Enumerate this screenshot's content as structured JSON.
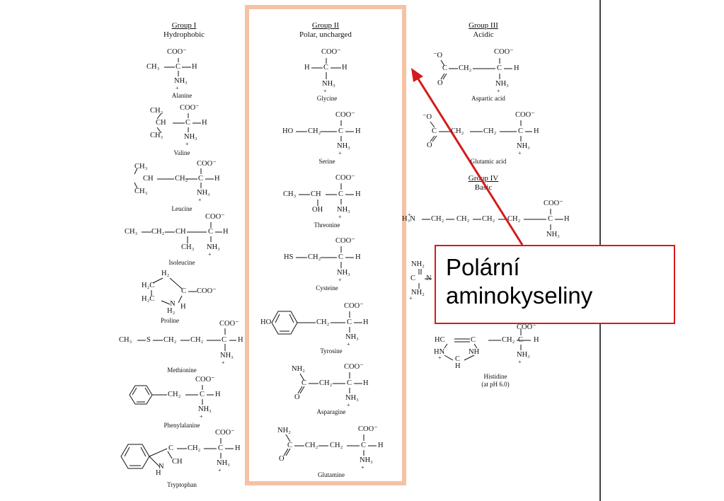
{
  "groups": [
    {
      "title": "Group I",
      "subtitle": "Hydrophobic"
    },
    {
      "title": "Group II",
      "subtitle": "Polar, uncharged"
    },
    {
      "title": "Group III",
      "subtitle": "Acidic"
    },
    {
      "title": "Group IV",
      "subtitle": "Basic"
    }
  ],
  "amino_acids": {
    "alanine": "Alanine",
    "valine": "Valine",
    "leucine": "Leucine",
    "isoleucine": "Isoleucine",
    "proline": "Proline",
    "methionine": "Methionine",
    "phenylalanine": "Phenylalanine",
    "tryptophan": "Tryptophan",
    "glycine": "Glycine",
    "serine": "Serine",
    "threonine": "Threonine",
    "cysteine": "Cysteine",
    "tyrosine": "Tyrosine",
    "asparagine": "Asparagine",
    "glutamine": "Glutamine",
    "aspartic_acid": "Aspartic acid",
    "glutamic_acid": "Glutamic acid",
    "histidine": "Histidine",
    "histidine_note": "(at pH 6.0)"
  },
  "formula": {
    "coo": "COO⁻",
    "h": "H",
    "nh3": "NH₃",
    "plus": "+",
    "c": "C",
    "ch3": "CH₃",
    "ch2": "CH₂",
    "ch": "CH",
    "s": "S",
    "ho": "HO",
    "hs": "HS",
    "oh": "OH",
    "o_minus": "⁻O",
    "o": "O",
    "nh2": "NH₂",
    "h3n": "H₃N",
    "h2": "H₂",
    "h2c": "H₂C",
    "n": "N",
    "nh": "NH",
    "hn": "HN",
    "hc": "HC"
  },
  "callout": {
    "line1": "Polární",
    "line2": "aminokyseliny"
  },
  "colors": {
    "highlight_box": "#f5c2a4",
    "arrow": "#d41b1b",
    "callout_border": "#d41b1b"
  }
}
